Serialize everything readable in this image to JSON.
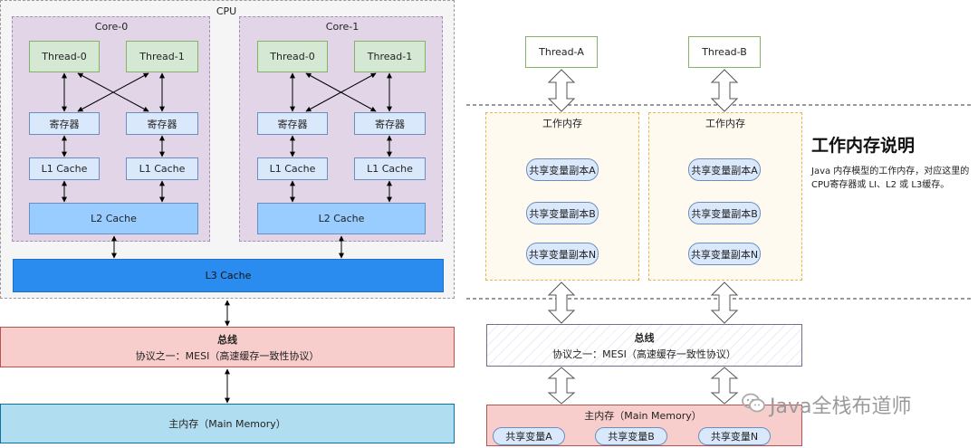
{
  "left": {
    "cpu_label": "CPU",
    "cores": [
      {
        "label": "Core-0",
        "threads": [
          "Thread-0",
          "Thread-1"
        ],
        "registers": [
          "寄存器",
          "寄存器"
        ],
        "l1": [
          "L1  Cache",
          "L1  Cache"
        ],
        "l2": "L2 Cache"
      },
      {
        "label": "Core-1",
        "threads": [
          "Thread-0",
          "Thread-1"
        ],
        "registers": [
          "寄存器",
          "寄存器"
        ],
        "l1": [
          "L1  Cache",
          "L1  Cache"
        ],
        "l2": "L2 Cache"
      }
    ],
    "l3": "L3 Cache",
    "bus": {
      "title": "总线",
      "subtitle": "协议之一：MESI（高速缓存一致性协议）"
    },
    "memory": "主内存（Main Memory）"
  },
  "right": {
    "threads": [
      "Thread-A",
      "Thread-B"
    ],
    "work_memories": [
      {
        "label": "工作内存",
        "copies": [
          "共享变量副本A",
          "共享变量副本B",
          "共享变量副本N"
        ]
      },
      {
        "label": "工作内存",
        "copies": [
          "共享变量副本A",
          "共享变量副本B",
          "共享变量副本N"
        ]
      }
    ],
    "bus": {
      "title": "总线",
      "subtitle": "协议之一：MESI（高速缓存一致性协议）"
    },
    "memory": {
      "label": "主内存（Main Memory）",
      "vars": [
        "共享变量A",
        "共享变量B",
        "共享变量N"
      ]
    }
  },
  "explanation": {
    "title": "工作内存说明",
    "text": "Java 内存模型的工作内存，对应这里的CPU寄存器或 LI、L2 或 L3缓存。"
  },
  "watermark": "Java全栈布道师",
  "colors": {
    "thread_fill": "#d5e8d4",
    "cache_fill": "#dae8fc",
    "l2_fill": "#99ccff",
    "l3_fill": "#2b8cf0",
    "core_fill": "#e1d5e7",
    "bus_fill": "#f8cecc",
    "memory_fill": "#b1ddf0",
    "work_memory_fill": "#fffaf0"
  }
}
